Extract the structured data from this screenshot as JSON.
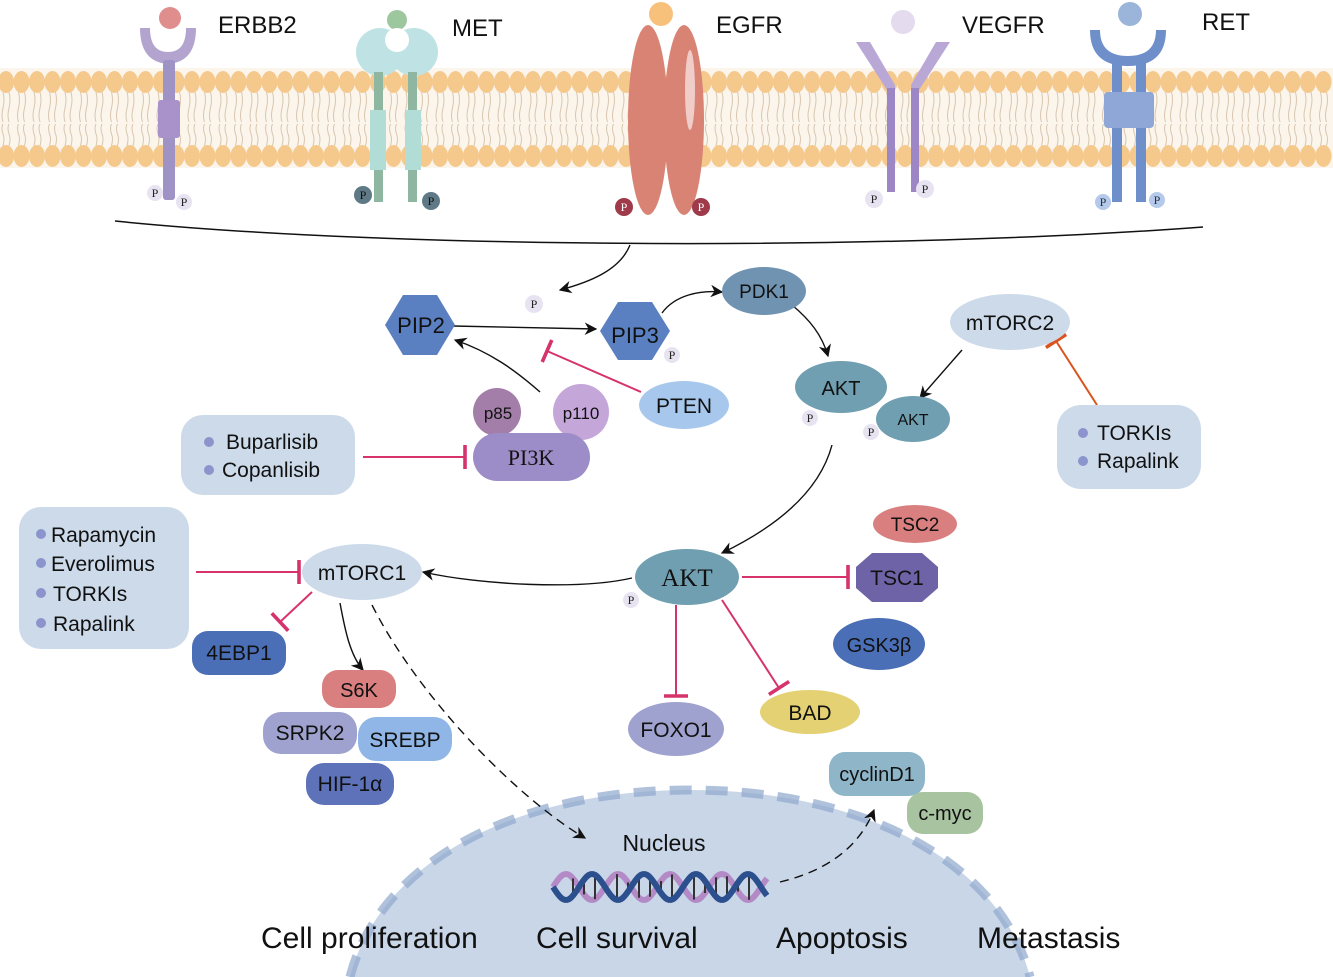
{
  "receptors": {
    "erbb2": "ERBB2",
    "met": "MET",
    "egfr": "EGFR",
    "vegfr": "VEGFR",
    "ret": "RET"
  },
  "phospho_label": "P",
  "nodes": {
    "pip2": "PIP2",
    "pip3": "PIP3",
    "pdk1": "PDK1",
    "mtorc2": "mTORC2",
    "akt_top": "AKT",
    "akt_small": "AKT",
    "pten": "PTEN",
    "p85": "p85",
    "p110": "p110",
    "pi3k": "PI3K",
    "akt_main": "AKT",
    "mtorc1": "mTORC1",
    "tsc2": "TSC2",
    "tsc1": "TSC1",
    "gsk3b": "GSK3β",
    "eb1": "4EBP1",
    "s6k": "S6K",
    "srpk2": "SRPK2",
    "srebp": "SREBP",
    "hif1a": "HIF-1α",
    "foxo1": "FOXO1",
    "bad": "BAD",
    "cyclind1": "cyclinD1",
    "cmyc": "c-myc",
    "nucleus": "Nucleus"
  },
  "drug_boxes": {
    "pi3k_inhibitors": [
      "Buparlisib",
      "Copanlisib"
    ],
    "mtorc2_inhibitors": [
      "TORKIs",
      "Rapalink"
    ],
    "mtorc1_inhibitors": [
      "Rapamycin",
      "Everolimus",
      "TORKIs",
      "Rapalink"
    ]
  },
  "outcomes": [
    "Cell proliferation",
    "Cell survival",
    "Apoptosis",
    "Metastasis"
  ],
  "colors": {
    "membrane_bead": "#f5c88c",
    "inhibition": "#d6336c",
    "mtorc2_inhibition": "#d9541e",
    "arrow": "#111111",
    "nucleus": "#c8d6e8",
    "drug_box": "#ccdaea",
    "bullet": "#8b94cc"
  }
}
